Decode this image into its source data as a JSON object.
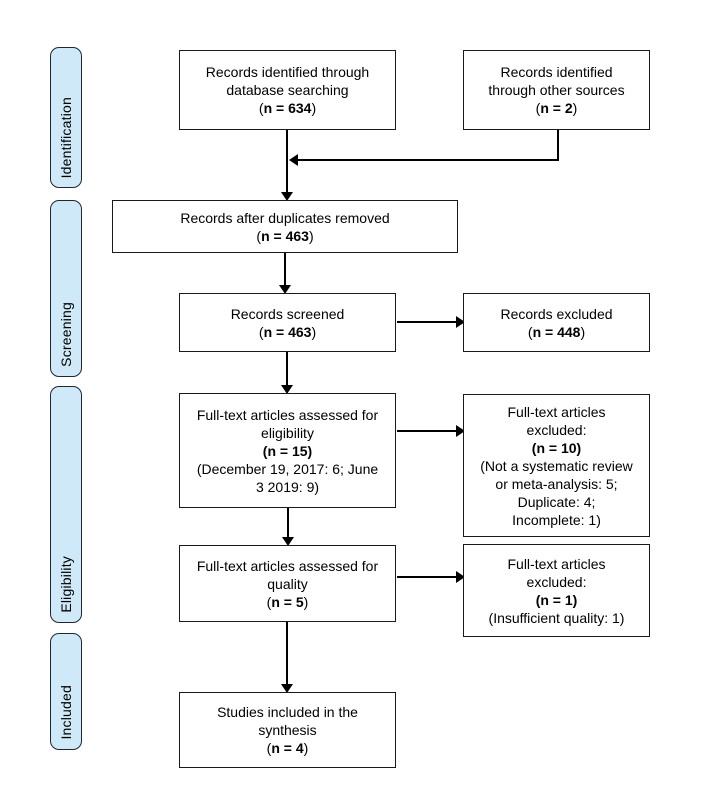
{
  "colors": {
    "stage_fill": "#cfe9f8",
    "stage_border": "#1f2730",
    "box_border": "#1a1a1a",
    "arrow": "#000000"
  },
  "sidebar": {
    "items": [
      {
        "label": "Identification"
      },
      {
        "label": "Screening"
      },
      {
        "label": "Eligibility"
      },
      {
        "label": "Included"
      }
    ]
  },
  "boxes": {
    "identified_db": {
      "lines": [
        [
          {
            "t": "Records identified through"
          }
        ],
        [
          {
            "t": "database searching"
          }
        ],
        [
          {
            "t": "("
          },
          {
            "t": "n = 634",
            "b": true
          },
          {
            "t": ")"
          }
        ]
      ]
    },
    "identified_other": {
      "lines": [
        [
          {
            "t": "Records identified"
          }
        ],
        [
          {
            "t": "through other sources"
          }
        ],
        [
          {
            "t": "("
          },
          {
            "t": "n = 2",
            "b": true
          },
          {
            "t": ")"
          }
        ]
      ]
    },
    "duplicates_removed": {
      "lines": [
        [
          {
            "t": "Records after duplicates removed"
          }
        ],
        [
          {
            "t": "("
          },
          {
            "t": "n = 463",
            "b": true
          },
          {
            "t": ")"
          }
        ]
      ]
    },
    "screened": {
      "lines": [
        [
          {
            "t": "Records screened"
          }
        ],
        [
          {
            "t": "("
          },
          {
            "t": "n = 463",
            "b": true
          },
          {
            "t": ")"
          }
        ]
      ]
    },
    "excluded_screening": {
      "lines": [
        [
          {
            "t": "Records excluded"
          }
        ],
        [
          {
            "t": "("
          },
          {
            "t": "n = 448",
            "b": true
          },
          {
            "t": ")"
          }
        ]
      ]
    },
    "fulltext_eligibility": {
      "lines": [
        [
          {
            "t": "Full-text articles assessed for"
          }
        ],
        [
          {
            "t": "eligibility"
          }
        ],
        [
          {
            "t": "(n = 15)",
            "b": true
          }
        ],
        [
          {
            "t": "(December 19, 2017: 6; June"
          }
        ],
        [
          {
            "t": "3 2019: 9)"
          }
        ]
      ]
    },
    "fulltext_excluded": {
      "lines": [
        [
          {
            "t": "Full-text articles"
          }
        ],
        [
          {
            "t": "excluded:"
          }
        ],
        [
          {
            "t": "(n = 10)",
            "b": true
          }
        ],
        [
          {
            "t": "(Not a systematic review"
          }
        ],
        [
          {
            "t": "or meta-analysis: 5;"
          }
        ],
        [
          {
            "t": "Duplicate: 4;"
          }
        ],
        [
          {
            "t": "Incomplete: 1)"
          }
        ]
      ]
    },
    "quality_assessed": {
      "lines": [
        [
          {
            "t": "Full-text articles assessed for"
          }
        ],
        [
          {
            "t": "quality"
          }
        ],
        [
          {
            "t": "("
          },
          {
            "t": "n = 5",
            "b": true
          },
          {
            "t": ")"
          }
        ]
      ]
    },
    "quality_excluded": {
      "lines": [
        [
          {
            "t": "Full-text articles"
          }
        ],
        [
          {
            "t": "excluded:"
          }
        ],
        [
          {
            "t": "(n = 1)",
            "b": true
          }
        ],
        [
          {
            "t": "(Insufficient quality: 1)"
          }
        ]
      ]
    },
    "included_synthesis": {
      "lines": [
        [
          {
            "t": "Studies included in the"
          }
        ],
        [
          {
            "t": "synthesis"
          }
        ],
        [
          {
            "t": "("
          },
          {
            "t": "n = 4",
            "b": true
          },
          {
            "t": ")"
          }
        ]
      ]
    }
  }
}
